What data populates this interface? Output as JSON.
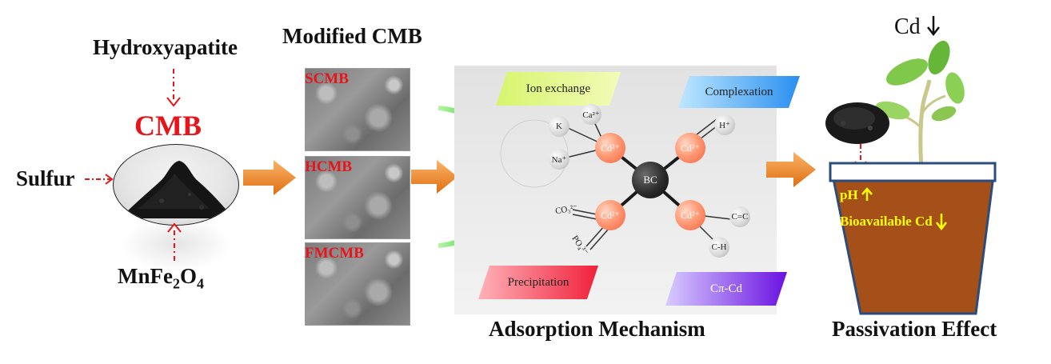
{
  "left": {
    "hydroxyapatite": "Hydroxyapatite",
    "cmb": "CMB",
    "sulfur": "Sulfur",
    "mnfe_base": "MnFe",
    "mnfe_sub1": "2",
    "mnfe_o": "O",
    "mnfe_sub2": "4"
  },
  "modified": {
    "title": "Modified CMB",
    "panels": [
      "SCMB",
      "HCMB",
      "FMCMB"
    ]
  },
  "mechanism": {
    "labels": {
      "ion_exchange": "Ion exchange",
      "complexation": "Complexation",
      "precipitation": "Precipitation",
      "cpi": "Cπ-Cd"
    },
    "nodes": {
      "bc": "BC",
      "cd": "Cd²⁺",
      "k": "K",
      "ca": "Ca²⁺",
      "na": "Na⁺",
      "h": "H⁺",
      "co3": "CO₃²⁻",
      "po4": "PO₄³⁻",
      "cc": "C=C",
      "ch": "C-H"
    },
    "caption": "Adsorption Mechanism"
  },
  "passivation": {
    "cd_label": "Cd",
    "ph": "pH",
    "bioavailable": "Bioavailable Cd",
    "caption": "Passivation Effect"
  },
  "colors": {
    "red_label": "#e8141b",
    "arrow_orange": "#f08a24",
    "arrow_green": "#2ad12a",
    "soil": "#a45018",
    "pot_border": "#2c4c7c",
    "yellow_text": "#ffff00"
  }
}
